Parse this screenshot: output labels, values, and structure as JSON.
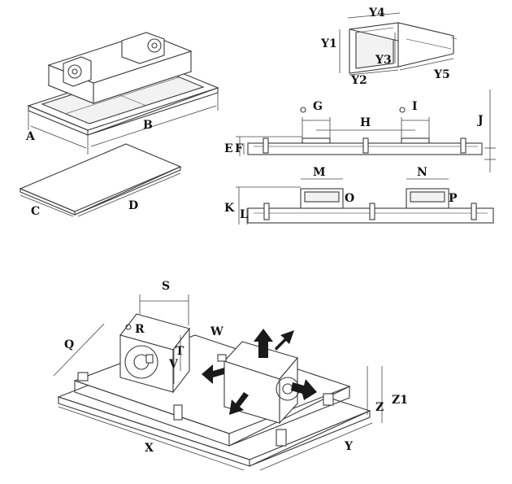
{
  "labels": {
    "A": "A",
    "B": "B",
    "C": "C",
    "D": "D",
    "E": "E",
    "F": "F",
    "G": "G",
    "H": "H",
    "I": "I",
    "J": "J",
    "K": "K",
    "L": "L",
    "M": "M",
    "N": "N",
    "O": "O",
    "P": "P",
    "Q": "Q",
    "R": "R",
    "S": "S",
    "T": "T",
    "V": "V",
    "W": "W",
    "X": "X",
    "Y": "Y",
    "Z": "Z",
    "Z1": "Z1",
    "Y1": "Y1",
    "Y2": "Y2",
    "Y3": "Y3",
    "Y4": "Y4",
    "Y5": "Y5"
  },
  "colors": {
    "line": "#3a3a3a",
    "arrow": "#1a1a1a",
    "background": "#ffffff"
  }
}
